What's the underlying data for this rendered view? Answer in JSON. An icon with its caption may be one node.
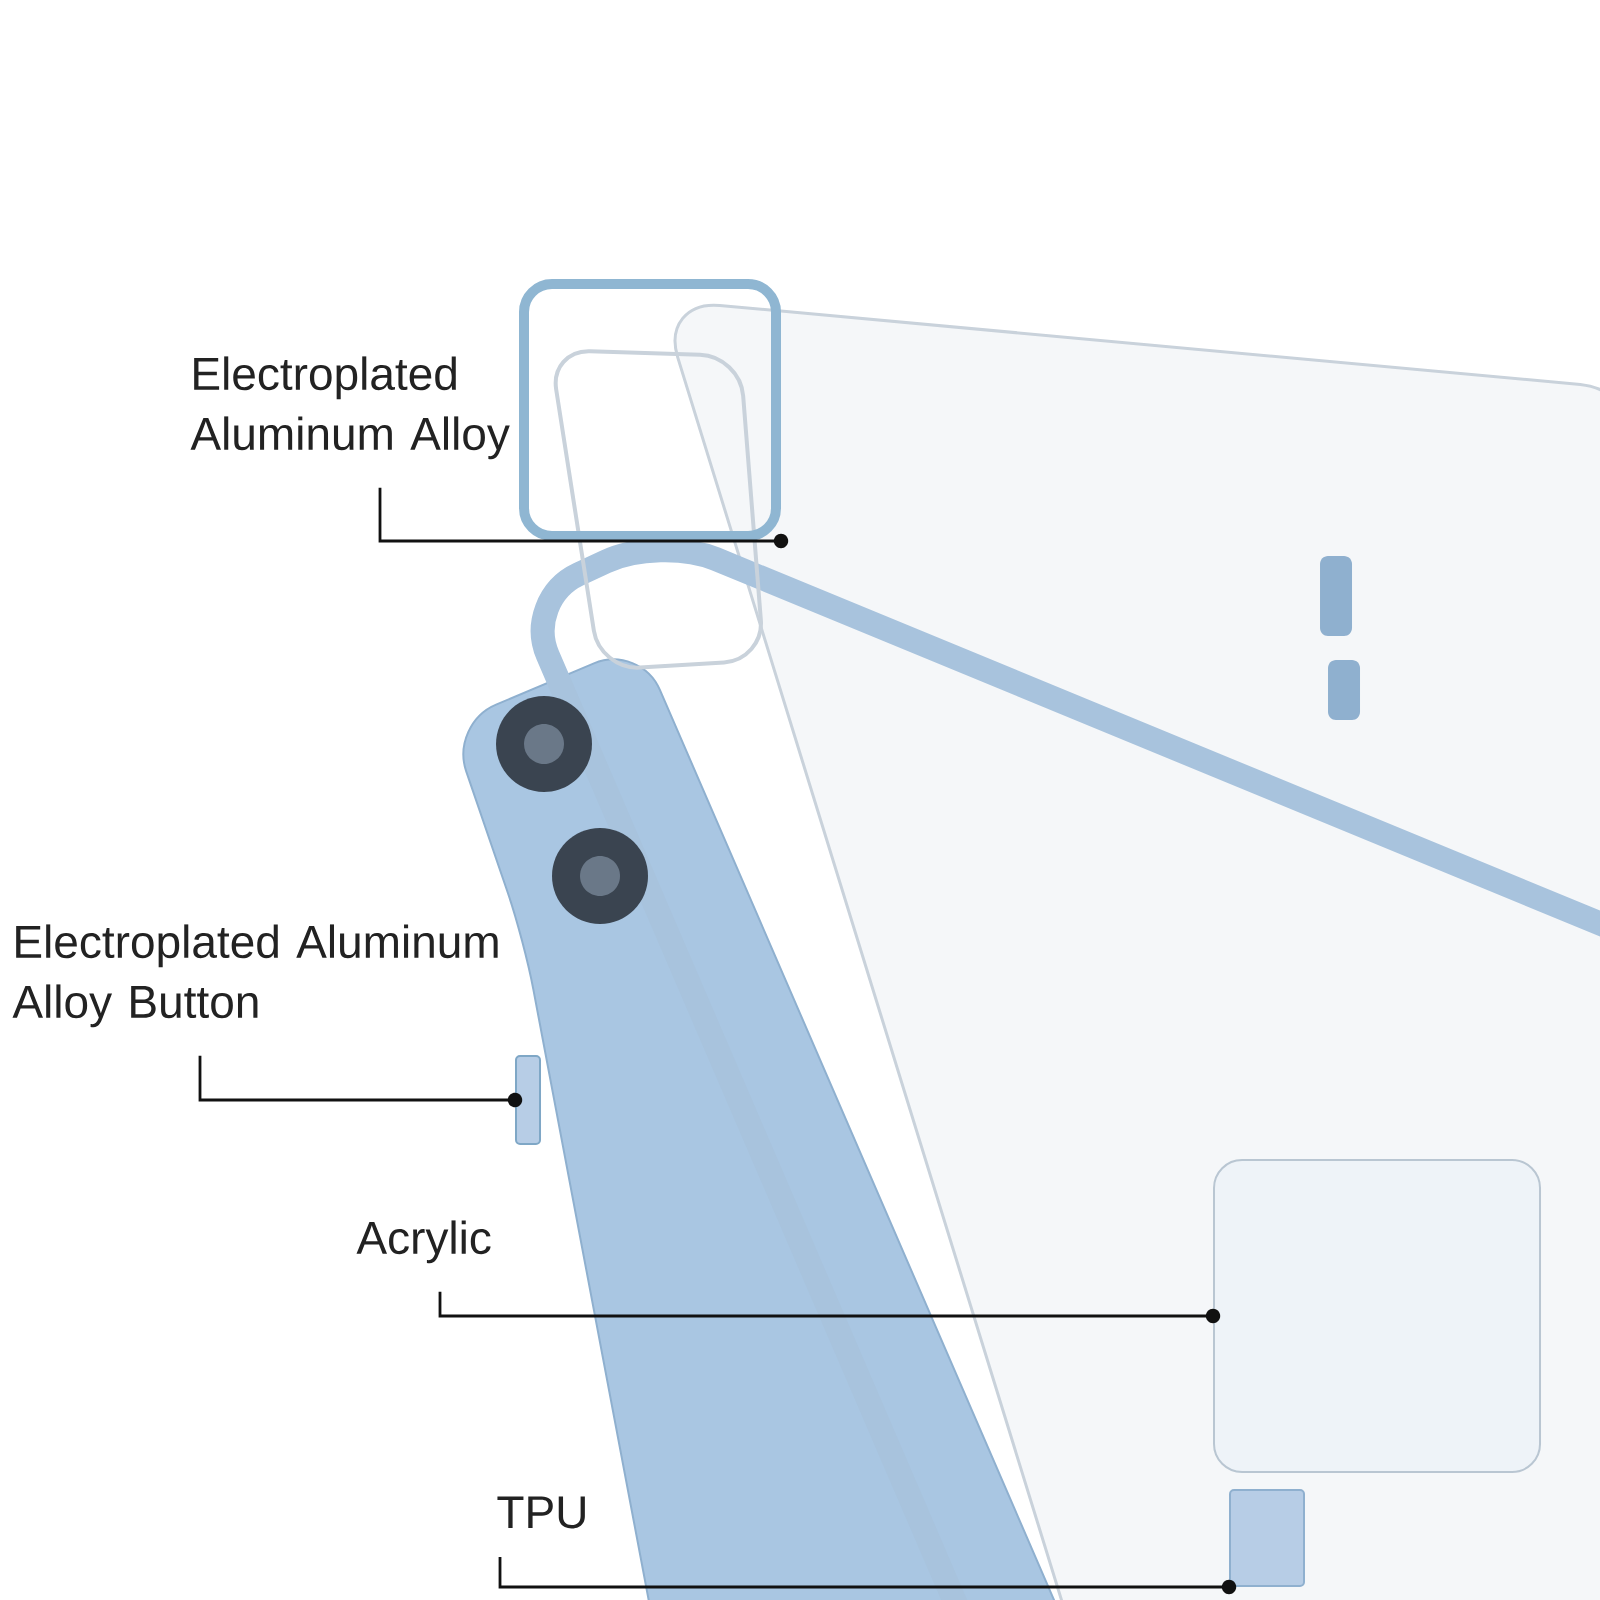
{
  "diagram": {
    "nodes": [
      {
        "text": [
          "Electroplated Aluminum Alloy"
        ]
      },
      {
        "text": [
          "Electroplated Aluminum Alloy Button"
        ]
      },
      {
        "text": [
          "Acrylic"
        ]
      },
      {
        "text": [
          "TPU"
        ]
      },
      {
        "text": [],
        "shape": "box"
      },
      {
        "text": [],
        "shape": "bar"
      },
      {
        "text": [],
        "shape": "box"
      },
      {
        "text": [],
        "shape": "bar"
      }
    ],
    "edges": [
      {
        "from": 0,
        "to": 4,
        "arrow": "other"
      },
      {
        "from": 1,
        "to": 5,
        "arrow": "other"
      },
      {
        "from": 2,
        "to": 6,
        "arrow": "other"
      },
      {
        "from": 3,
        "to": 7,
        "arrow": "other"
      }
    ]
  }
}
